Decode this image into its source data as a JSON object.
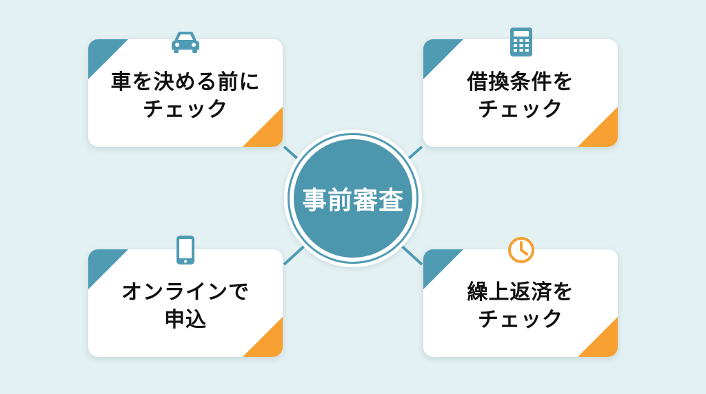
{
  "center": {
    "label": "事前審査"
  },
  "cards": [
    {
      "id": "car-check",
      "icon": "car-icon",
      "lines": [
        "車を決める前に",
        "チェック"
      ]
    },
    {
      "id": "loan-terms",
      "icon": "calculator-icon",
      "lines": [
        "借換条件を",
        "チェック"
      ]
    },
    {
      "id": "online-apply",
      "icon": "smartphone-icon",
      "lines": [
        "オンラインで",
        "申込"
      ]
    },
    {
      "id": "prepayment",
      "icon": "clock-icon",
      "lines": [
        "繰上返済を",
        "チェック"
      ]
    }
  ],
  "colors": {
    "background": "#e4f1f3",
    "accent_teal": "#4f9bb3",
    "accent_orange": "#f5a031",
    "hub_fill": "#4d97ae",
    "card_fill": "#ffffff"
  }
}
